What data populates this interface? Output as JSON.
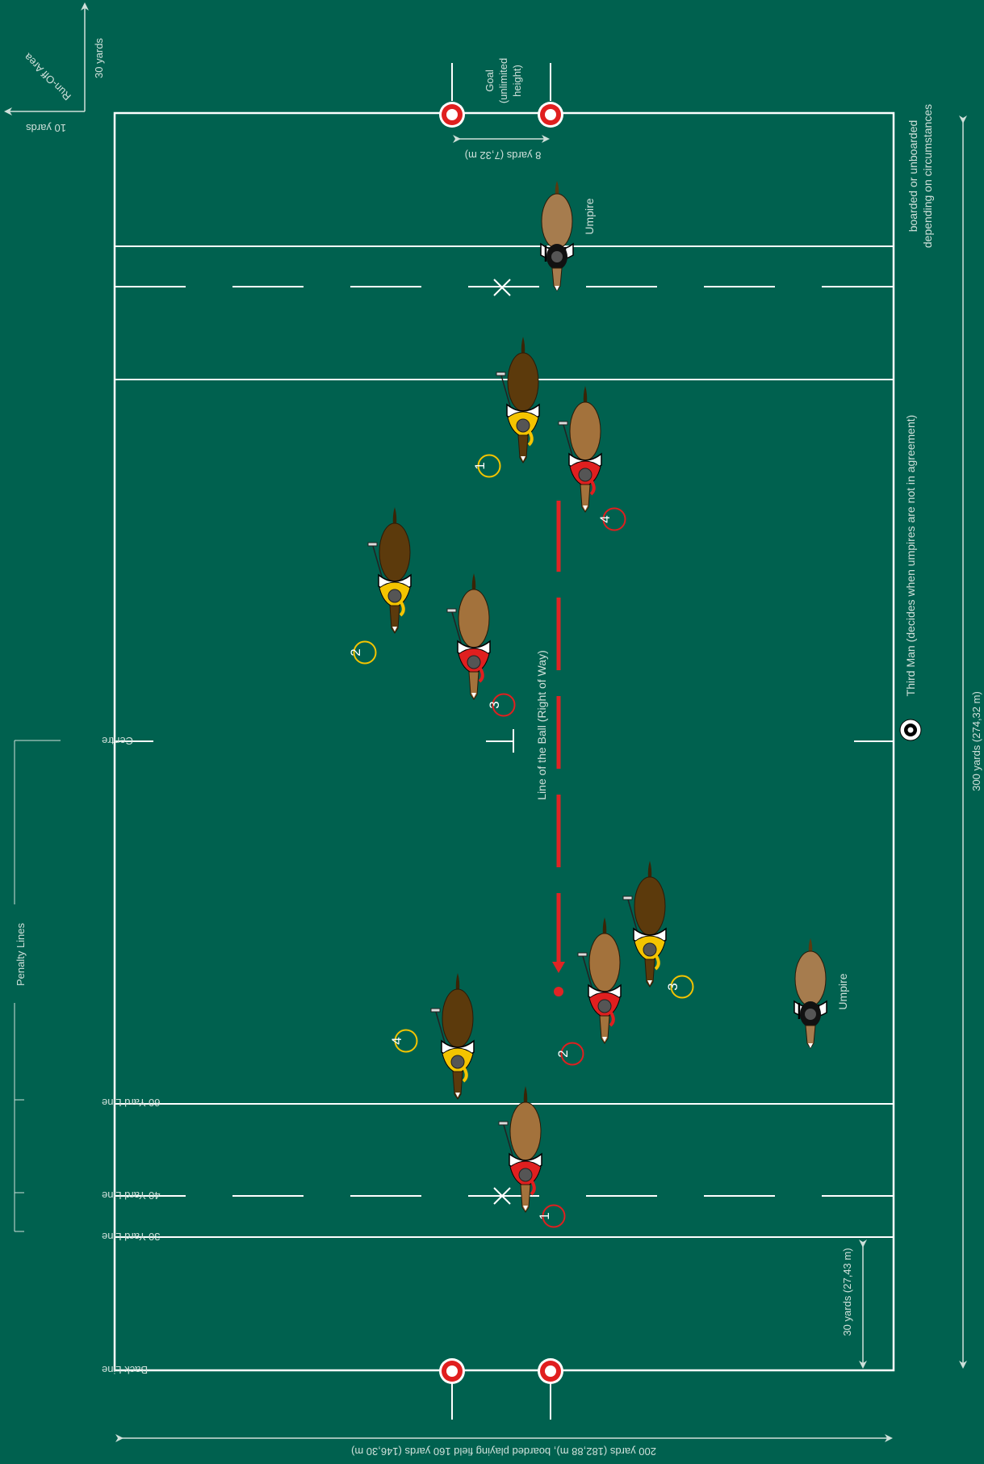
{
  "colors": {
    "field": "#00614f",
    "line": "#ffffff",
    "label": "#cfe0da",
    "red_team": "#e01f1f",
    "yellow_team": "#f4c400",
    "ball_line": "#e02424"
  },
  "labels": {
    "runoff_area": "Run-Off Area",
    "runoff_30": "30 yards",
    "runoff_10": "10 yards",
    "goal": "Goal (unlimited height)",
    "goal_line1": "Goal",
    "goal_line2": "(unlimited",
    "goal_line3": "height)",
    "goal_width": "8 yards (7,32 m)",
    "umpire": "Umpire",
    "boarded1": "boarded or unboarded",
    "boarded2": "depending on circumstances",
    "third_man": "Third Man (decides when umpires are not in agreement)",
    "length": "300 yards (274,32 m)",
    "width": "200 yards (182,88 m), boarded playing field 160 yards (146,30 m)",
    "thirty_depth": "30 yards (27,43 m)",
    "line_of_ball": "Line of the Ball (Right of Way)",
    "centre": "Centre",
    "penalty_lines": "Penalty Lines",
    "yard60": "60 Yard Line",
    "yard40": "40 Yard Line",
    "yard30": "30 Yard Line",
    "back_line": "Back Line"
  },
  "players": [
    {
      "team": "yellow",
      "number": "1",
      "horse": "dark"
    },
    {
      "team": "red",
      "number": "4",
      "horse": "light"
    },
    {
      "team": "yellow",
      "number": "2",
      "horse": "dark"
    },
    {
      "team": "red",
      "number": "3",
      "horse": "light"
    },
    {
      "team": "yellow",
      "number": "3",
      "horse": "dark"
    },
    {
      "team": "red",
      "number": "2",
      "horse": "light"
    },
    {
      "team": "yellow",
      "number": "4",
      "horse": "dark"
    },
    {
      "team": "red",
      "number": "1",
      "horse": "light"
    }
  ]
}
